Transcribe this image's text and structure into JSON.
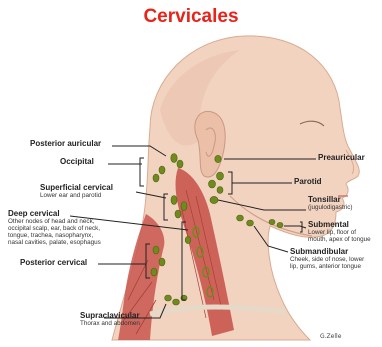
{
  "title": "Cervicales",
  "colors": {
    "title": "#e8231a",
    "skin": "#f2d3c0",
    "skin_shadow": "#e2b79f",
    "muscle": "#c9564d",
    "node": "#6f8a1d",
    "bracket": "#222222"
  },
  "labels": {
    "posterior_auricular": {
      "name": "Posterior auricular"
    },
    "occipital": {
      "name": "Occipital"
    },
    "superficial_cervical": {
      "name": "Superficial cervical",
      "desc": "Lower ear and parotid"
    },
    "deep_cervical": {
      "name": "Deep cervical",
      "desc": "Other nodes of head and neck, occipital scalp, ear, back of neck, tongue, trachea, nasopharynx, nasal cavities, palate, esophagus"
    },
    "posterior_cervical": {
      "name": "Posterior cervical"
    },
    "supraclavicular": {
      "name": "Supraclavicular",
      "desc": "Thorax and abdomen"
    },
    "preauricular": {
      "name": "Preauricular"
    },
    "parotid": {
      "name": "Parotid"
    },
    "tonsillar": {
      "name": "Tonsillar",
      "desc": "(jugulodigastric)"
    },
    "submental": {
      "name": "Submental",
      "desc": "Lower lip, floor of mouth, apex of tongue"
    },
    "submandibular": {
      "name": "Submandibular",
      "desc": "Cheek, side of nose, lower lip, gums, anterior tongue"
    }
  },
  "deep_cervical_lines": [
    "Other nodes of head and neck,",
    "occipital scalp, ear, back of neck,",
    "tongue, trachea, nasopharynx,",
    "nasal cavities, palate, esophagus"
  ],
  "submental_lines": [
    "Lower lip, floor of",
    "mouth, apex of tongue"
  ],
  "submandibular_lines": [
    "Cheek, side of nose, lower",
    "lip, gums, anterior tongue"
  ],
  "signature": "G.Zelle"
}
